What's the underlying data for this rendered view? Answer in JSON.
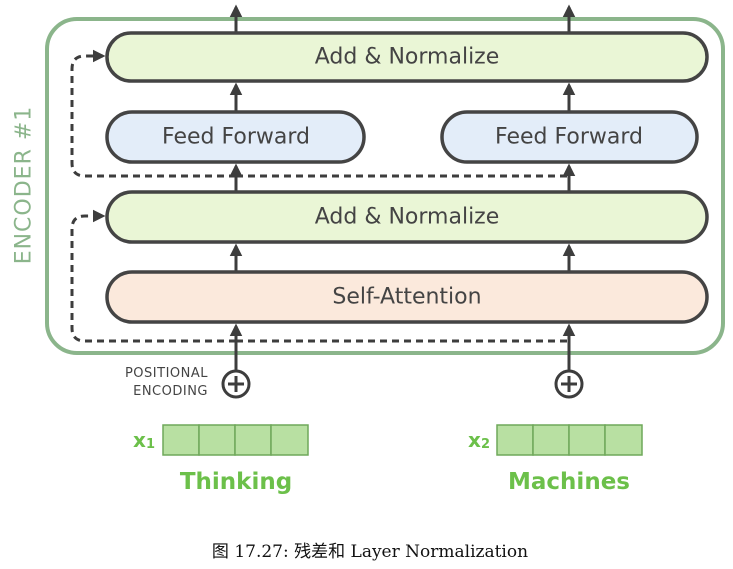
{
  "encoder": {
    "label": "ENCODER #1",
    "add_norm_top_label": "Add & Normalize",
    "feed_forward_left_label": "Feed Forward",
    "feed_forward_right_label": "Feed Forward",
    "add_norm_bottom_label": "Add & Normalize",
    "self_attention_label": "Self-Attention"
  },
  "positional_encoding": {
    "line1": "POSITIONAL",
    "line2": "ENCODING"
  },
  "inputs": [
    {
      "vector_label": "x",
      "vector_subscript": "1",
      "word": "Thinking"
    },
    {
      "vector_label": "x",
      "vector_subscript": "2",
      "word": "Machines"
    }
  ],
  "caption": {
    "text": "图 17.27: 残差和 Layer Normalization"
  },
  "colors": {
    "encoder_frame": "#8bb58b",
    "add_normalize_fill": "#eaf6d6",
    "feed_forward_fill": "#e3edf9",
    "self_attention_fill": "#fbe9dc",
    "vector_fill": "#b8e0a2",
    "word_color": "#6cc04a"
  }
}
